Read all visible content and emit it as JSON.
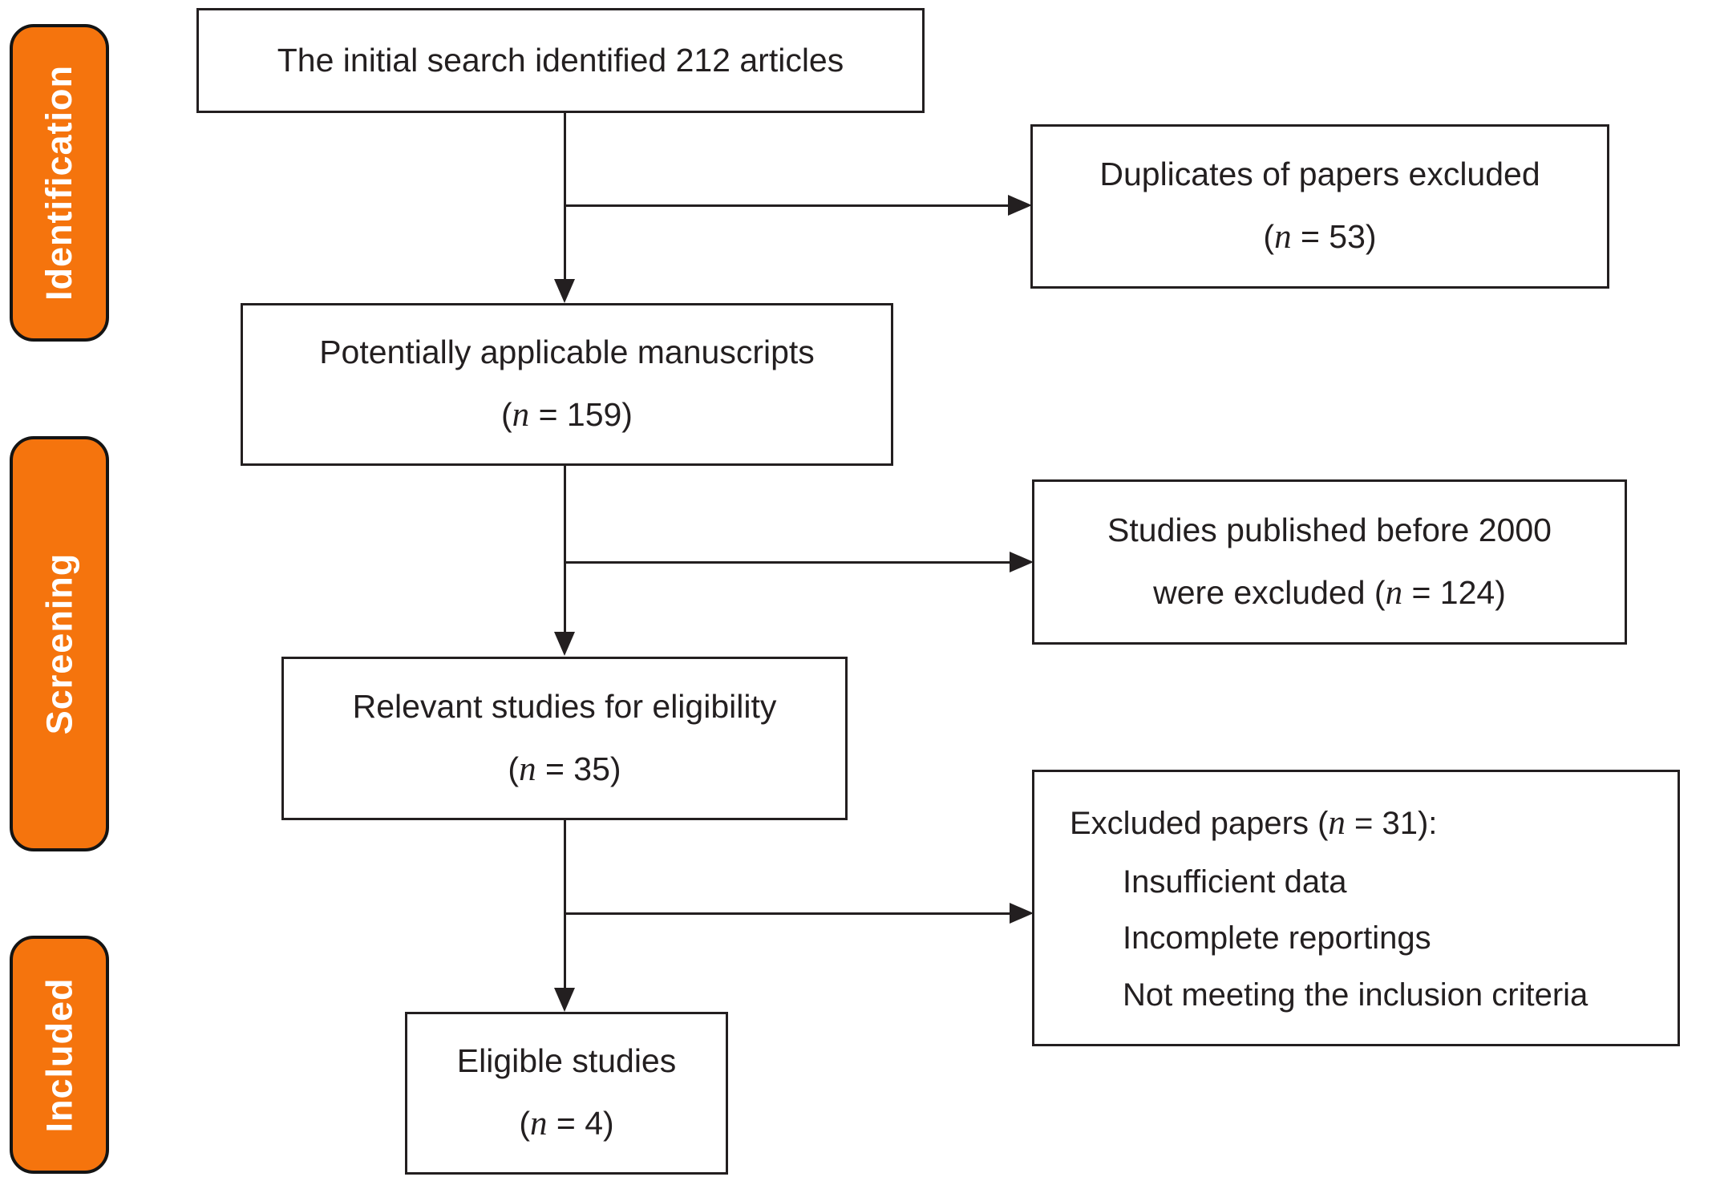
{
  "figure": {
    "type": "prisma-flow-diagram",
    "colors": {
      "stage_fill": "#f5740d",
      "stage_text": "#ffffff",
      "line_color": "#231f20",
      "box_border": "#231f20",
      "text_color": "#231f20",
      "background": "#ffffff"
    },
    "stages": [
      {
        "label": "Identification"
      },
      {
        "label": "Screening"
      },
      {
        "label": "Included"
      }
    ],
    "nodes": {
      "initial": {
        "line1": "The initial search identified 212 articles"
      },
      "applicable": {
        "line1": "Potentially applicable manuscripts",
        "count": {
          "pre": "(",
          "var": "n",
          "post": " = 159)"
        }
      },
      "relevant": {
        "line1": "Relevant studies for eligibility",
        "count": {
          "pre": "(",
          "var": "n",
          "post": " = 35)"
        }
      },
      "eligible": {
        "line1": "Eligible studies",
        "count": {
          "pre": "(",
          "var": "n",
          "post": " = 4)"
        }
      },
      "duplicates": {
        "line1": "Duplicates of papers excluded",
        "count": {
          "pre": "(",
          "var": "n",
          "post": " = 53)"
        }
      },
      "before2000": {
        "line1": "Studies published before 2000",
        "line2": {
          "pre": "were excluded (",
          "var": "n",
          "post": " = 124)"
        }
      },
      "excluded": {
        "heading": {
          "pre": "Excluded papers (",
          "var": "n",
          "post": " = 31):"
        },
        "items": [
          "Insufficient data",
          "Incomplete reportings",
          "Not meeting the inclusion criteria"
        ]
      }
    }
  }
}
